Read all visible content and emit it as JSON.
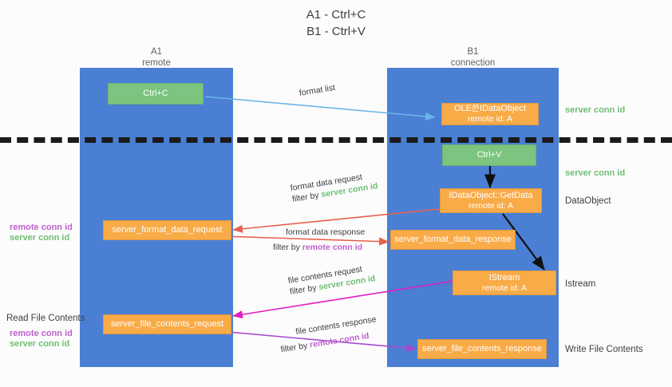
{
  "title": {
    "line1": "A1 - Ctrl+C",
    "line2": "B1 - Ctrl+V"
  },
  "lanes": [
    {
      "id": "a1",
      "name": "A1",
      "role": "remote",
      "color": "#4a7fd4"
    },
    {
      "id": "b1",
      "name": "B1",
      "role": "connection",
      "color": "#4a7fd4"
    }
  ],
  "colors": {
    "lane": "#4a7fd4",
    "green_box": "#7cc47f",
    "orange_box": "#f9ab48",
    "server_conn": "#6fbf73",
    "remote_conn": "#c060d0",
    "arrow_blue": "#6bb4e8",
    "arrow_red": "#e8614d",
    "arrow_black": "#111111",
    "arrow_magenta": "#e020c0",
    "arrow_purple": "#a44bd0",
    "background": "#fcfcfc"
  },
  "nodes": {
    "ctrl_c": {
      "label": "Ctrl+C",
      "sub": ""
    },
    "ole_get_clipboard": {
      "label": "OLE쓴IDataObject",
      "sub": "remote id: A"
    },
    "ctrl_v": {
      "label": "Ctrl+V",
      "sub": ""
    },
    "getdata": {
      "label": "IDataObject::GetData",
      "sub": "remote id: A"
    },
    "server_format_data_request": {
      "label": "server_format_data_request",
      "sub": ""
    },
    "server_format_data_response": {
      "label": "server_format_data_response",
      "sub": ""
    },
    "istream": {
      "label": "IStream",
      "sub": "remote id: A"
    },
    "server_file_contents_request": {
      "label": "server_file_contents_request",
      "sub": ""
    },
    "server_file_contents_response": {
      "label": "server_file_contents_response",
      "sub": ""
    }
  },
  "right_labels": {
    "server_conn_top": "server conn id",
    "server_conn_mid": "server conn id",
    "dataobject": "DataObject",
    "istream": "Istream",
    "write_file_contents": "Write File Contents"
  },
  "left_labels": {
    "remote_conn_1": "remote conn id",
    "server_conn_1": "server conn id",
    "read_file_contents": "Read File Contents",
    "remote_conn_2": "remote conn id",
    "server_conn_2": "server conn id"
  },
  "edges": [
    {
      "id": "format-list",
      "caption": "format list",
      "filter_prefix": "",
      "filter_value": "",
      "color": "#6bb4e8"
    },
    {
      "id": "format-data-request",
      "caption": "format data request",
      "filter_prefix": "filter by ",
      "filter_value": "server conn id",
      "color": "#e8614d"
    },
    {
      "id": "format-data-response",
      "caption": "format data response",
      "filter_prefix": "filter by ",
      "filter_value": "remote conn id",
      "color": "#e8614d"
    },
    {
      "id": "file-contents-request",
      "caption": "file contents request",
      "filter_prefix": "filter by ",
      "filter_value": "server conn id",
      "color": "#e020c0"
    },
    {
      "id": "file-contents-response",
      "caption": "file contents response",
      "filter_prefix": "filter by ",
      "filter_value": "remote conn id",
      "color": "#a44bd0"
    }
  ]
}
